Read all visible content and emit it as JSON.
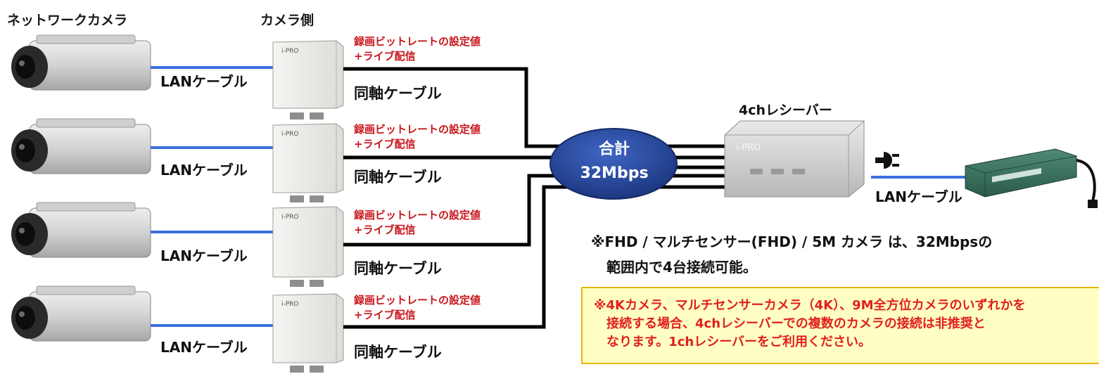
{
  "headers": {
    "network_camera": "ネットワークカメラ",
    "camera_side": "カメラ側"
  },
  "rows": [
    {
      "lan": "LANケーブル",
      "rec_line1": "録画ビットレートの設定値",
      "rec_line2": "+ライブ配信",
      "coax": "同軸ケーブル"
    },
    {
      "lan": "LANケーブル",
      "rec_line1": "録画ビットレートの設定値",
      "rec_line2": "+ライブ配信",
      "coax": "同軸ケーブル"
    },
    {
      "lan": "LANケーブル",
      "rec_line1": "録画ビットレートの設定値",
      "rec_line2": "+ライブ配信",
      "coax": "同軸ケーブル"
    },
    {
      "lan": "LANケーブル",
      "rec_line1": "録画ビットレートの設定値",
      "rec_line2": "+ライブ配信",
      "coax": "同軸ケーブル"
    }
  ],
  "total": {
    "line1": "合計",
    "line2": "32Mbps"
  },
  "receiver": {
    "label": "4chレシーバー",
    "logo": "i-PRO"
  },
  "switch_lan": "LANケーブル",
  "note": {
    "line1": "※FHD / マルチセンサー(FHD) / 5M カメラ は、32Mbpsの",
    "line2": "範囲内で4台接続可能。"
  },
  "warning": "※4Kカメラ、マルチセンサーカメラ（4K）、9M全方位カメラのいずれかを\n　接続する場合、4chレシーバーでの複数のカメラの接続は非推奨と\n　なります。1chレシーバーをご利用ください。",
  "device_logo": "i-PRO",
  "colors": {
    "lan_cable": "#3a6fe0",
    "coax_cable": "#000000",
    "accent_red": "#c8151b",
    "ellipse": "#1f3f8f"
  }
}
